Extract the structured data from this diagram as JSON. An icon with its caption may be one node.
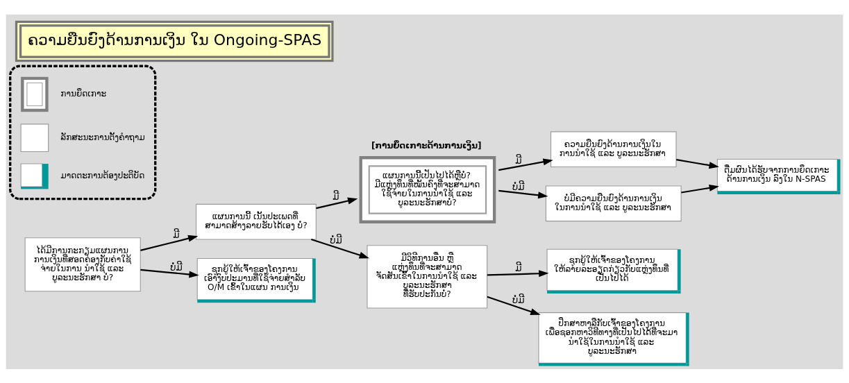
{
  "diagram": {
    "title": "ຄວາມຍືນຍົງດ້ານການເງິນ ໃນ Ongoing-SPAS",
    "nodes": [
      {
        "text": [
          "ໄດ້ມີການກະກຽມແຜນການ ການເງິນທີ່ສອດຄ່ອງກັບຄ່າໃຊ້ ຈ່າຍໃນການ ນຳໃຊ້ ແລະ ບູລະນະຮັກສາ ບໍ່?"
        ]
      },
      {
        "text": [
          "ແຜນການນີ້ ເນັ້ນປະເພດທີ່ ສາມາດສ້າງລາຍຮັບໄດ້ເອງ ບໍ່?"
        ]
      },
      {
        "text": [
          "ຊຸກຍູ້ໃຫ້ເຈົ້າຂອງໂຄງການ ເອົາງົບປະມານທີ່ໃຊ້ຈ່າຍສຳລັບ O/M ເຂົ້າໃນແຜນ ການເງິນ"
        ]
      },
      {
        "text": [
          "[ການຍຶດເກາະດ້ານການເງິນ]",
          "ແຜນການນີ້ເປັນໄປໄດ້ຫຼືບໍ່? ມີແຫຼ່ງທຶນທີ່ໝັ້ນຄົງທີ່ຈະສາມາດ ໃຊ້ຈ່າຍໃນການນຳໃຊ້ ແລະ ບູລະນະຮັກສາບໍ່?"
        ]
      },
      {
        "text": [
          "ມີວິທີການອື່ນ ຫຼື ແຫຼ່ງທຶນທີ່ຈະສາມາດ ຈັດສັນເຂົ້າໃນການນຳໃຊ້ ແລະ ບູລະນະຮັກສາ ທີ່ຮັບປະກັນບໍ່?"
        ]
      },
      {
        "text": [
          "ຄວາມຍືນຍົງດ້ານການເງິນໃນ ການນຳໃຊ້ ແລະ ບູລະນະຮັກສາ"
        ]
      },
      {
        "text": [
          "ບໍ່ມີຄວາມຍືນຍົງດ້ານການເງິນ ໃນການນຳໃຊ້ ແລະ ບູລະນະຮັກສາ"
        ]
      },
      {
        "text": [
          "ຕື່ມຜົນໄດ້ຮັບຈາກການຍຶດເກາະ ດ້ານການເງິນ ລົງໃນ N-SPAS"
        ]
      },
      {
        "text": [
          "ຊຸກຍູ້ໃຫ້ເຈົ້າຂອງໂຄງການ ໃຫ້ລາຍລະອຽດກ່ຽວກັບແຫຼ່ງທຶນທີ່ ເປັນໄປໄດ້"
        ]
      },
      {
        "text": [
          "ປຶກສາຫາລືກັບເຈົ້າຂອງໂຄງການ ເພື່ອຊອກຫາວິທີທາງທີ່ເປັນໄປໄດ້ທີ່ຈະມາ ນຳໃຊ້ໃນການນຳໃຊ້ ແລະ ບູລະນະຮັກສາ"
        ]
      }
    ],
    "edges": [
      {
        "from": 0,
        "to": 1,
        "arrow": "to",
        "label": "ມີ"
      },
      {
        "from": 0,
        "to": 2,
        "arrow": "to",
        "label": "ບໍ່ມີ"
      },
      {
        "from": 1,
        "to": 3,
        "arrow": "to",
        "label": "ມີ"
      },
      {
        "from": 1,
        "to": 4,
        "arrow": "to",
        "label": "ບໍ່ມີ"
      },
      {
        "from": 3,
        "to": 5,
        "arrow": "to",
        "label": "ມີ"
      },
      {
        "from": 3,
        "to": 6,
        "arrow": "to",
        "label": "ບໍ່ມີ"
      },
      {
        "from": 5,
        "to": 7,
        "arrow": "to"
      },
      {
        "from": 6,
        "to": 7,
        "arrow": "to"
      },
      {
        "from": 4,
        "to": 8,
        "arrow": "to",
        "label": "ມີ"
      },
      {
        "from": 4,
        "to": 9,
        "arrow": "to",
        "label": "ບໍ່ມີ"
      }
    ],
    "legend": [
      {
        "text": "ການຍຶດເກາະ"
      },
      {
        "text": "ລັກສະນະການຕັ້ງຄຳຖາມ"
      },
      {
        "text": "ມາດຕະການຕ້ອງປະຕິບັດ"
      }
    ]
  }
}
